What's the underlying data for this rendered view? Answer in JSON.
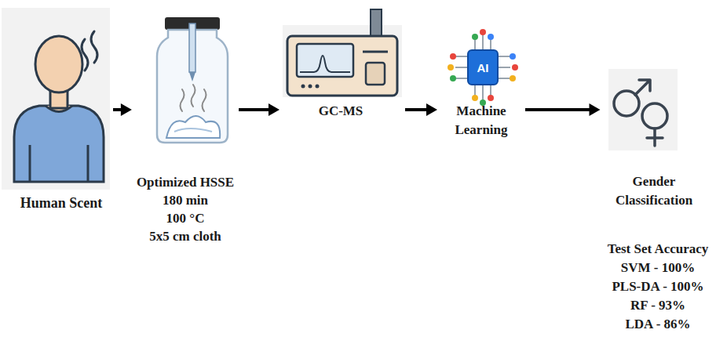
{
  "diagram": {
    "nodes": [
      {
        "text": [
          "Human Scent"
        ]
      },
      {
        "text": [
          "Optimized HSSE",
          "180 min",
          "100 °C",
          "5x5 cm cloth"
        ]
      },
      {
        "text": [
          "GC-MS"
        ]
      },
      {
        "text": [
          "Machine Learning"
        ]
      },
      {
        "text": [
          "Gender Classification",
          "Test Set Accuracy",
          "SVM - 100%",
          "PLS-DA - 100%",
          "RF - 93%",
          "LDA - 86%"
        ]
      }
    ],
    "edges": [
      {
        "from": 0,
        "to": 1,
        "arrow": "to"
      },
      {
        "from": 1,
        "to": 2,
        "arrow": "to"
      },
      {
        "from": 2,
        "to": 3,
        "arrow": "to"
      },
      {
        "from": 3,
        "to": 4,
        "arrow": "to"
      }
    ],
    "labels": [
      "AI"
    ]
  }
}
